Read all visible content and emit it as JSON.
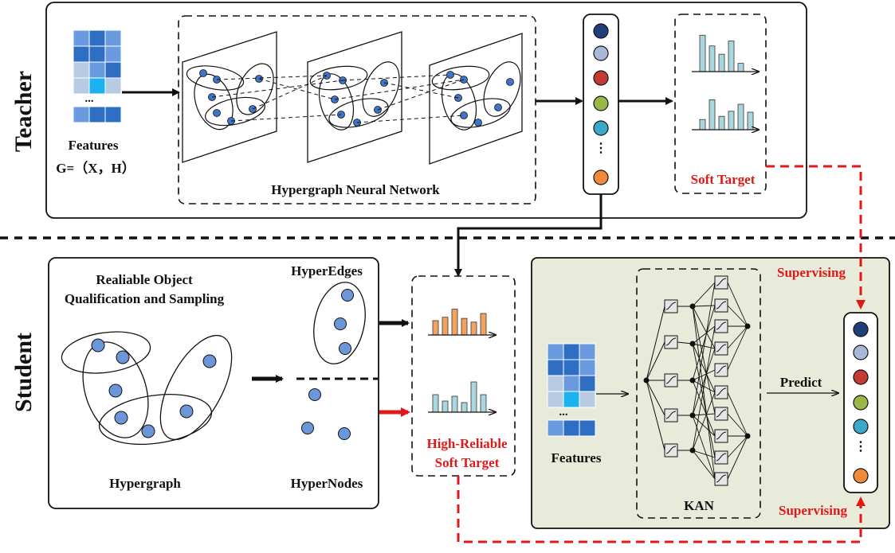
{
  "colors": {
    "red_accent": "#e01818",
    "student_panel_bg": "#e8ebd9",
    "feature_blue_dark": "#2e6fc4",
    "feature_blue_mid": "#6a9be0",
    "feature_blue_light": "#b8cbe4",
    "feature_cyan": "#1ab3f0",
    "node_fill": "#6b97d8",
    "teacher_bar": "#a9d6df",
    "student_bar_orange": "#f2a35e",
    "student_bar_blue": "#a9d6df"
  },
  "teacher": {
    "side_label": "Teacher",
    "features_label": "Features",
    "graph_formula": "G=（X，H）",
    "hgnn_label": "Hypergraph Neural Network",
    "soft_target_label": "Soft Target",
    "output_dots": "⋮",
    "feature_dots": "...",
    "output_node_colors": [
      "#1f3e7a",
      "#a8b8d8",
      "#c43a34",
      "#9ab84a",
      "#3aa8c8",
      "#f08a3a"
    ],
    "soft_target_bars_top": [
      0.88,
      0.62,
      0.42,
      0.74,
      0.2
    ],
    "soft_target_bars_bottom": [
      0.32,
      0.94,
      0.42,
      0.58,
      0.8,
      0.55
    ]
  },
  "student": {
    "side_label": "Student",
    "roqs_line1": "Realiable Object",
    "roqs_line2": "Qualification and Sampling",
    "hypergraph_label": "Hypergraph",
    "hyperedges_label": "HyperEdges",
    "hypernodes_label": "HyperNodes",
    "hr_soft_target_line1": "High-Reliable",
    "hr_soft_target_line2": "Soft Target",
    "features_label": "Features",
    "feature_dots": "...",
    "kan_label": "KAN",
    "predict_label": "Predict",
    "supervising_top": "Supervising",
    "supervising_bottom": "Supervising",
    "output_dots": "⋮",
    "output_node_colors": [
      "#1f3e7a",
      "#a8b8d8",
      "#c43a34",
      "#9ab84a",
      "#3aa8c8",
      "#f08a3a"
    ],
    "hr_bars_orange": [
      0.5,
      0.62,
      0.9,
      0.58,
      0.45,
      0.75
    ],
    "hr_bars_blue": [
      0.55,
      0.35,
      0.5,
      0.3,
      0.95,
      0.55
    ]
  }
}
